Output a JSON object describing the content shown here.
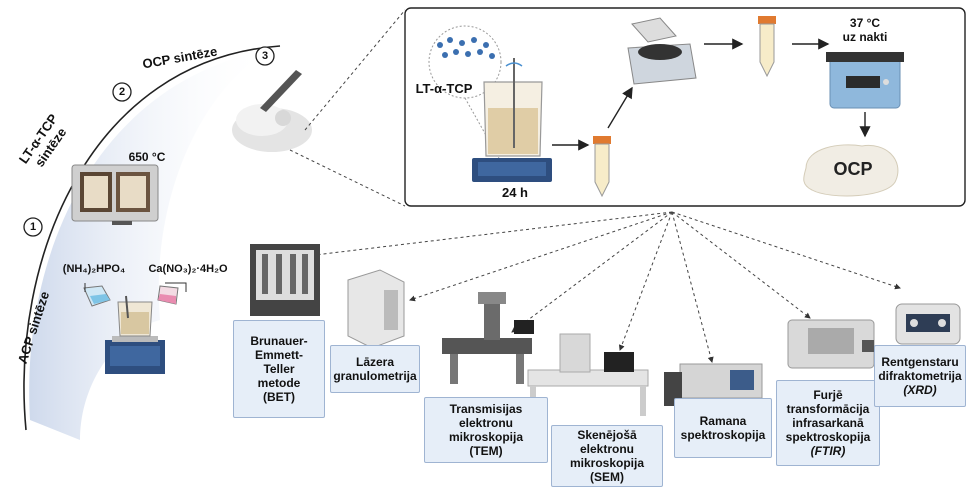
{
  "steps": {
    "acp": "ACP sintēze",
    "lt": [
      "LT-α-TCP",
      "sintēze"
    ],
    "ocp": "OCP sintēze",
    "n1": "1",
    "n2": "2",
    "n3": "3"
  },
  "labels": {
    "temp650": "650 °C",
    "nh4": "(NH₄)₂HPO₄",
    "cano3": "Ca(NO₃)₂·4H₂O",
    "lt_alpha": "LT-α-TCP",
    "h24": "24 h",
    "t37": [
      "37 °C",
      "uz nakti"
    ],
    "ocp_blob": "OCP"
  },
  "methods": [
    {
      "id": "bet",
      "lines": [
        "Brunauer-",
        "Emmett-",
        "Teller",
        "metode",
        "(BET)"
      ]
    },
    {
      "id": "laser",
      "lines": [
        "Lāzera",
        "granulometrija"
      ]
    },
    {
      "id": "tem",
      "lines": [
        "Transmisijas",
        "elektronu",
        "mikroskopija",
        "(TEM)"
      ]
    },
    {
      "id": "sem",
      "lines": [
        "Skenējošā",
        "elektronu",
        "mikroskopija",
        "(SEM)"
      ]
    },
    {
      "id": "raman",
      "lines": [
        "Ramana",
        "spektroskopija"
      ]
    },
    {
      "id": "ftir",
      "lines": [
        "Furjē",
        "transformācija",
        "infrasarkanā",
        "spektroskopija",
        "(FTIR)"
      ]
    },
    {
      "id": "xrd",
      "lines": [
        "Rentgenstaru",
        "difraktometrija",
        "(XRD)"
      ]
    }
  ],
  "colors": {
    "box_fill": "#e6eef8",
    "box_border": "#9fb4d2",
    "arc": "#d8e1ef",
    "stir": "#1f3f6e"
  }
}
